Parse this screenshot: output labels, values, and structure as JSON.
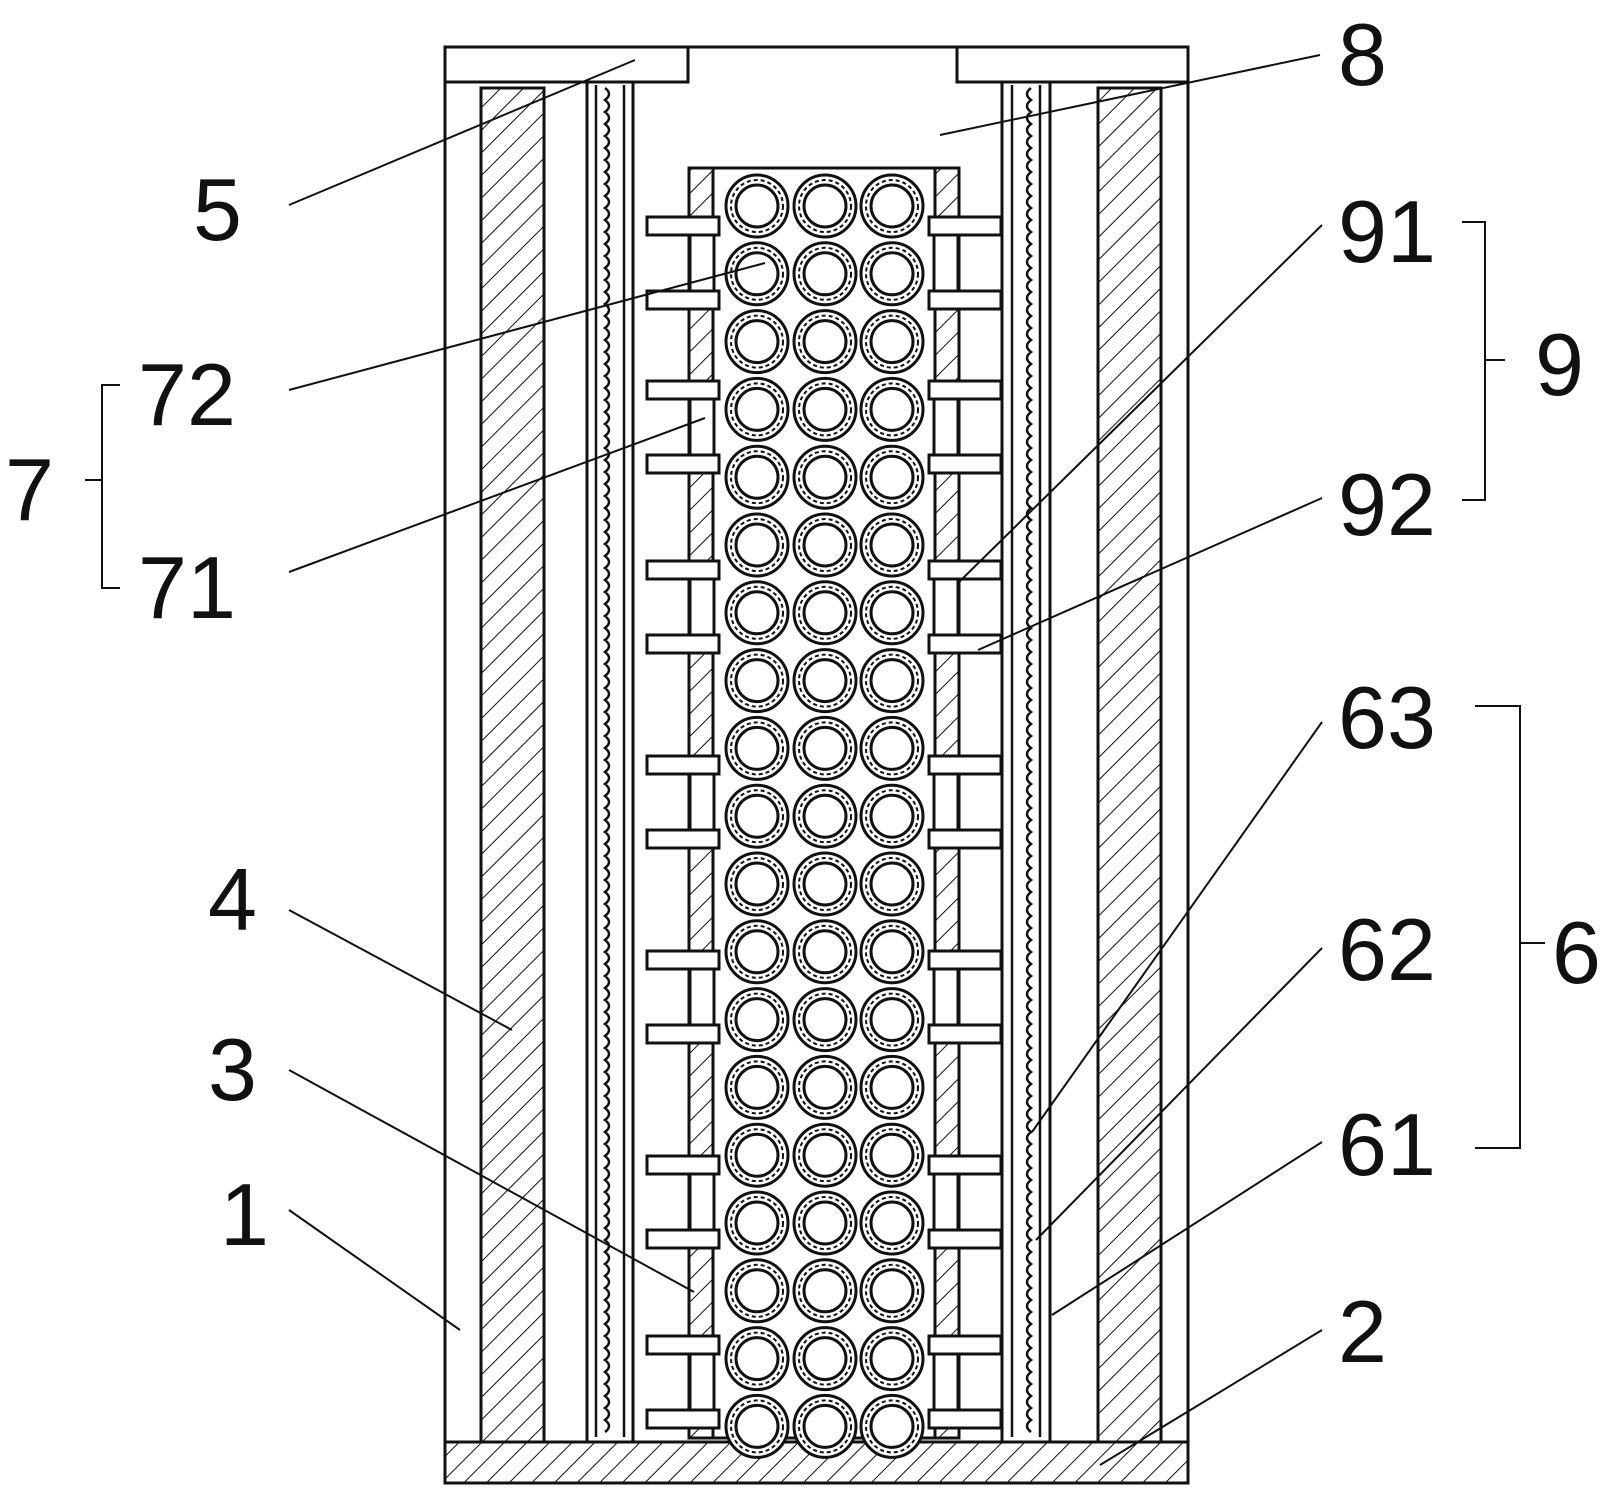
{
  "labels": {
    "l1": "1",
    "l2": "2",
    "l3": "3",
    "l4": "4",
    "l5": "5",
    "l6": "6",
    "l61": "61",
    "l62": "62",
    "l63": "63",
    "l7": "7",
    "l71": "71",
    "l72": "72",
    "l8": "8",
    "l9": "9",
    "l91": "91",
    "l92": "92"
  },
  "colors": {
    "line": "#111111",
    "background": "#ffffff"
  }
}
